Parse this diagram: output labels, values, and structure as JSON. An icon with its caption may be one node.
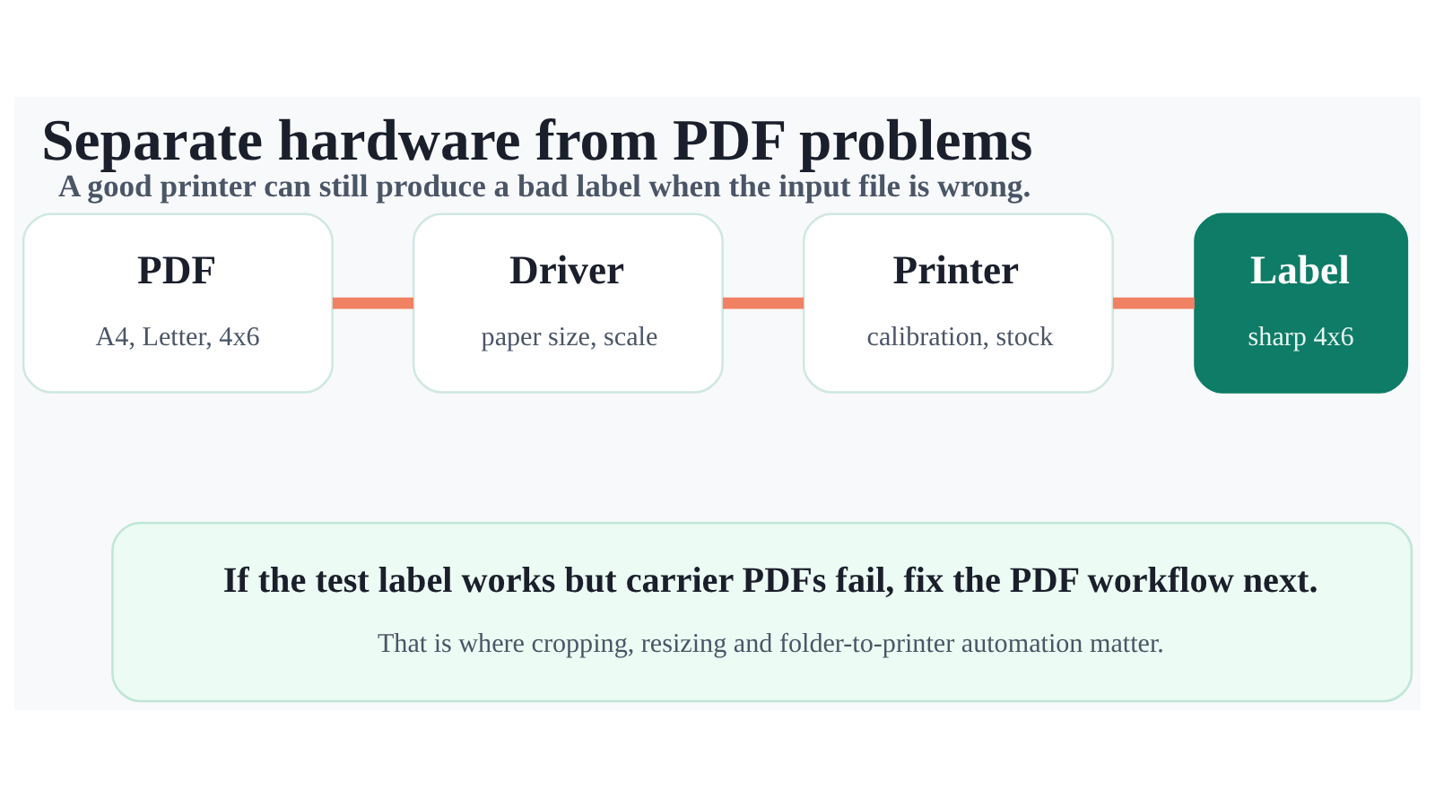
{
  "diagram": {
    "title": "Separate hardware from PDF problems",
    "caption": "A good printer can still produce a bad label when the input file is wrong.",
    "nodes": [
      {
        "text": [
          "PDF",
          "A4, Letter, 4x6"
        ]
      },
      {
        "text": [
          "Driver",
          "paper size, scale"
        ]
      },
      {
        "text": [
          "Printer",
          "calibration, stock"
        ]
      },
      {
        "text": [
          "Label",
          "sharp 4x6"
        ]
      },
      {
        "text": [
          "If the test label works but carrier PDFs fail, fix the PDF workflow next.",
          "That is where cropping, resizing and folder-to-printer automation matter."
        ]
      }
    ],
    "edges": [
      {
        "from": 0,
        "to": 1,
        "arrow": "none"
      },
      {
        "from": 1,
        "to": 2,
        "arrow": "none"
      },
      {
        "from": 2,
        "to": 3,
        "arrow": "none"
      }
    ]
  }
}
